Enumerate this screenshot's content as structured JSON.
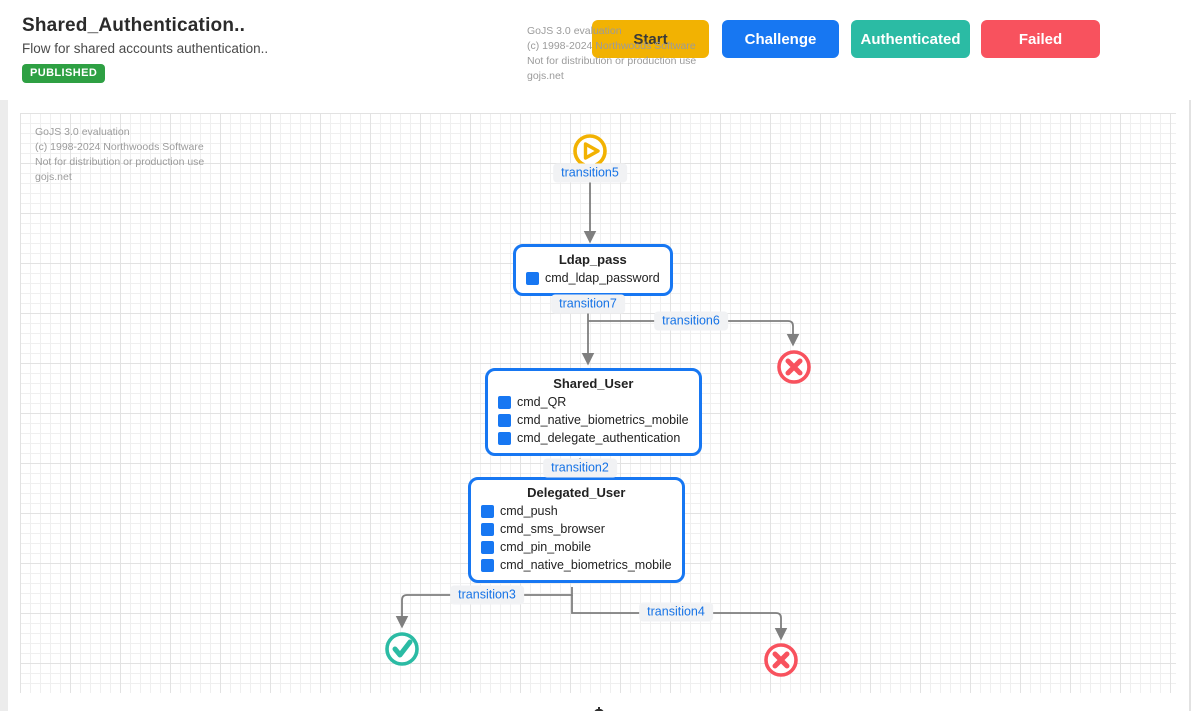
{
  "header": {
    "title": "Shared_Authentication..",
    "subtitle": "Flow for shared accounts authentication..",
    "status_badge": "PUBLISHED",
    "watermark": {
      "line1": "GoJS 3.0 evaluation",
      "line2": "(c) 1998-2024 Northwoods Software",
      "line3": "Not for distribution or production use",
      "line4": "gojs.net"
    },
    "buttons": [
      {
        "label": "Start",
        "color": "#f2b202",
        "text_color": "#3a3a3a"
      },
      {
        "label": "Challenge",
        "color": "#1777f2",
        "text_color": "#ffffff"
      },
      {
        "label": "Authenticated",
        "color": "#2bbba4",
        "text_color": "#ffffff"
      },
      {
        "label": "Failed",
        "color": "#f8525e",
        "text_color": "#ffffff"
      }
    ]
  },
  "canvas": {
    "watermark": {
      "line1": "GoJS 3.0 evaluation",
      "line2": "(c) 1998-2024 Northwoods Software",
      "line3": "Not for distribution or production use",
      "line4": "gojs.net"
    },
    "nodes": [
      {
        "title": "Ldap_pass",
        "items": [
          "cmd_ldap_password"
        ]
      },
      {
        "title": "Shared_User",
        "items": [
          "cmd_QR",
          "cmd_native_biometrics_mobile",
          "cmd_delegate_authentication"
        ]
      },
      {
        "title": "Delegated_User",
        "items": [
          "cmd_push",
          "cmd_sms_browser",
          "cmd_pin_mobile",
          "cmd_native_biometrics_mobile"
        ]
      }
    ],
    "transitions": {
      "t5": "transition5",
      "t7": "transition7",
      "t6": "transition6",
      "t2": "transition2",
      "t3": "transition3",
      "t4": "transition4"
    },
    "icons": {
      "start": "play-circle",
      "success": "check-circle",
      "failed": "x-circle"
    },
    "colors": {
      "node_border": "#1777f2",
      "link": "#7f7f7f",
      "start_icon": "#f2b202",
      "success_icon": "#2bbba4",
      "failed_icon": "#f8525e",
      "transition_label_text": "#1673e6",
      "transition_label_bg": "#f1f2f4"
    }
  }
}
